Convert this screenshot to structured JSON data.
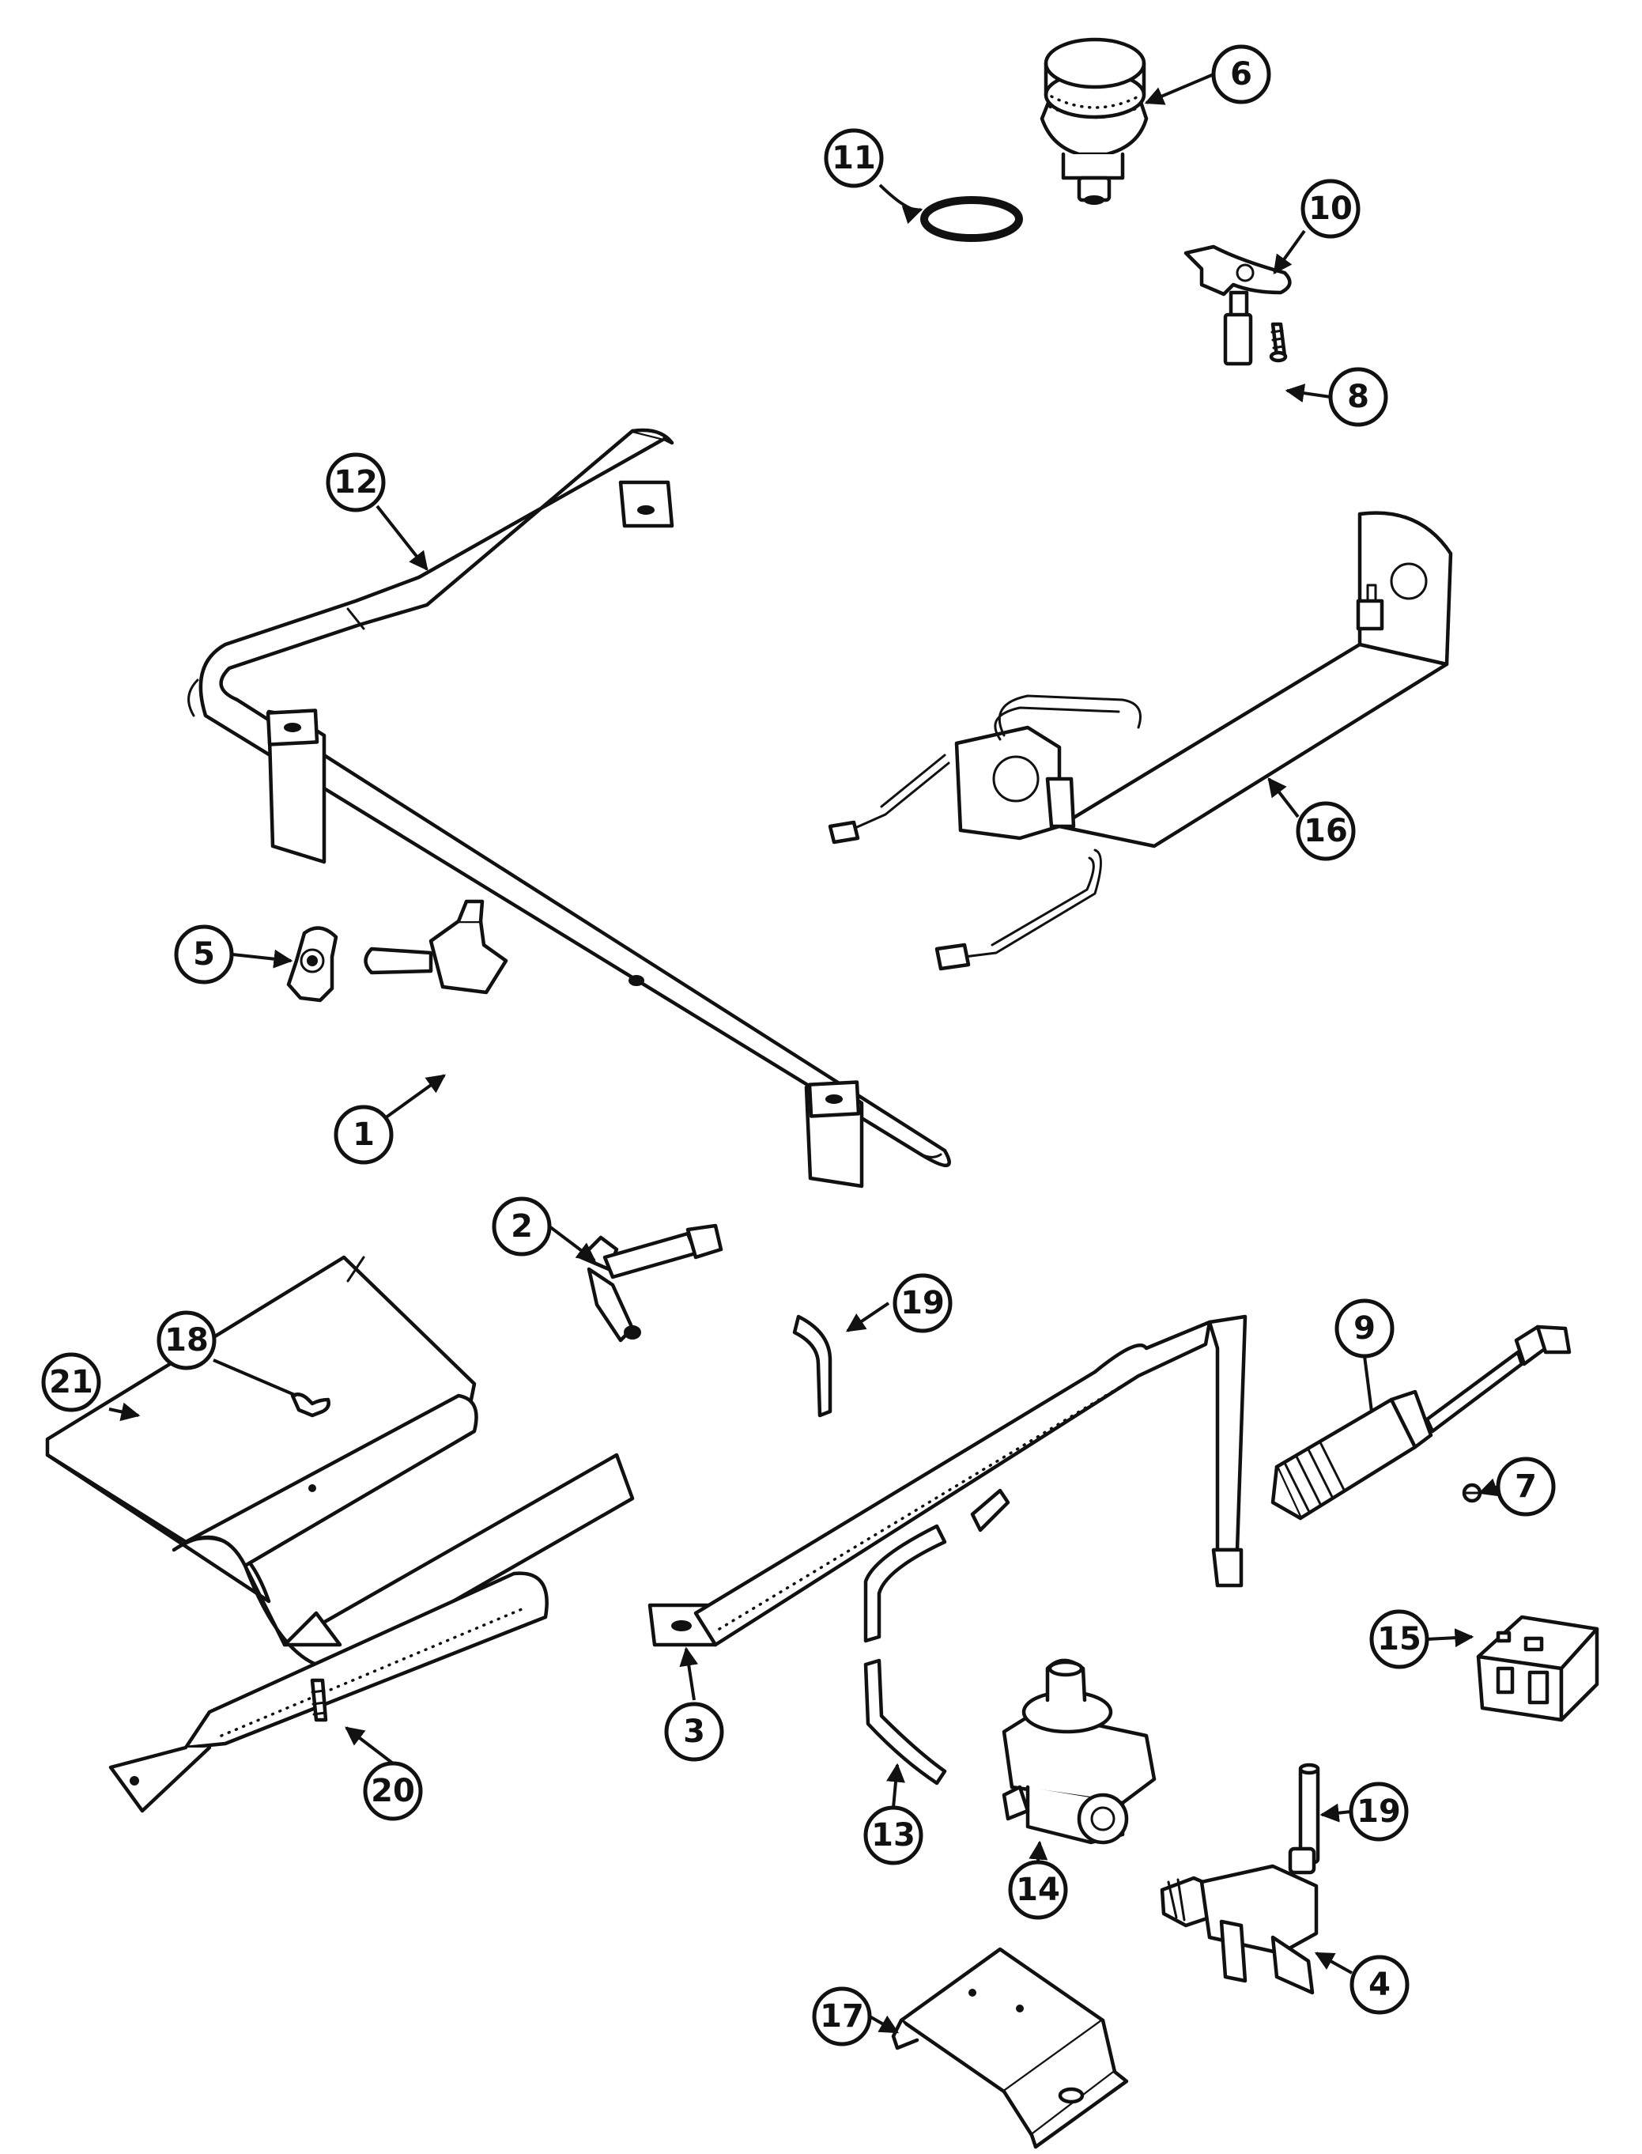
{
  "callouts": [
    {
      "id": "6",
      "label": "6"
    },
    {
      "id": "11",
      "label": "11"
    },
    {
      "id": "10",
      "label": "10"
    },
    {
      "id": "8",
      "label": "8"
    },
    {
      "id": "12",
      "label": "12"
    },
    {
      "id": "16",
      "label": "16"
    },
    {
      "id": "5",
      "label": "5"
    },
    {
      "id": "1",
      "label": "1"
    },
    {
      "id": "2",
      "label": "2"
    },
    {
      "id": "19a",
      "label": "19"
    },
    {
      "id": "18",
      "label": "18"
    },
    {
      "id": "21",
      "label": "21"
    },
    {
      "id": "9",
      "label": "9"
    },
    {
      "id": "7",
      "label": "7"
    },
    {
      "id": "15",
      "label": "15"
    },
    {
      "id": "3",
      "label": "3"
    },
    {
      "id": "20",
      "label": "20"
    },
    {
      "id": "13",
      "label": "13"
    },
    {
      "id": "14",
      "label": "14"
    },
    {
      "id": "19b",
      "label": "19"
    },
    {
      "id": "4",
      "label": "4"
    },
    {
      "id": "17",
      "label": "17"
    }
  ]
}
